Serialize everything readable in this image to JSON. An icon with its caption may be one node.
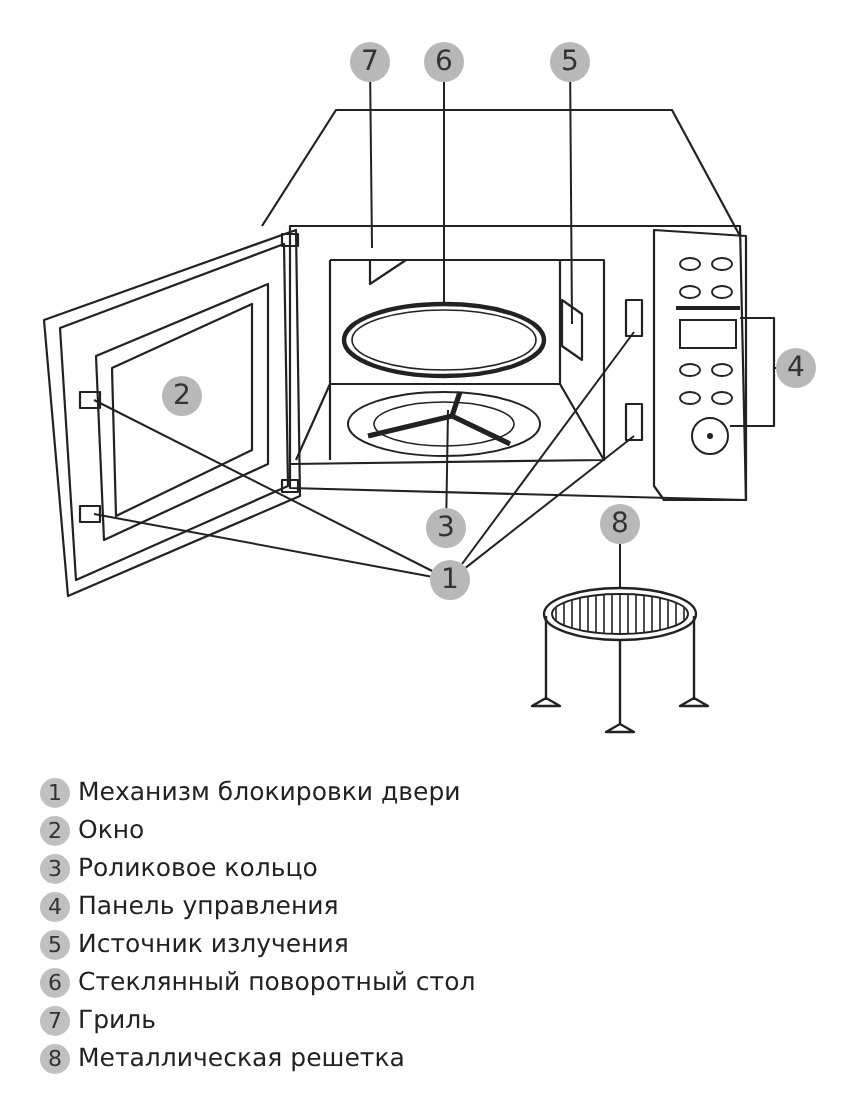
{
  "diagram": {
    "nodes": [
      {
        "text": [
          "7"
        ]
      },
      {
        "text": [
          "6"
        ]
      },
      {
        "text": [
          "5"
        ]
      },
      {
        "text": [
          "4"
        ]
      },
      {
        "text": [
          "2"
        ]
      },
      {
        "text": [
          "8"
        ]
      },
      {
        "text": [
          "3"
        ]
      },
      {
        "text": [
          "1"
        ]
      }
    ],
    "edges": [
      {
        "from": 0,
        "to": null,
        "arrow": "none"
      },
      {
        "from": 1,
        "to": null,
        "arrow": "none"
      },
      {
        "from": 2,
        "to": null,
        "arrow": "none"
      },
      {
        "from": 3,
        "to": null,
        "arrow": "none"
      },
      {
        "from": 5,
        "to": null,
        "arrow": "none"
      },
      {
        "from": 6,
        "to": null,
        "arrow": "none"
      },
      {
        "from": 7,
        "to": null,
        "arrow": "none"
      },
      {
        "from": 7,
        "to": null,
        "arrow": "none"
      },
      {
        "from": 7,
        "to": null,
        "arrow": "none"
      },
      {
        "from": 7,
        "to": null,
        "arrow": "none"
      }
    ],
    "labels": [
      "1",
      "Механизм блокировки двери",
      "2",
      "Окно",
      "3",
      "Роликовое кольцо",
      "4",
      "Панель управления",
      "5",
      "Источник излучения",
      "6",
      "Стеклянный поворотный стол",
      "7",
      "Гриль",
      "8",
      "Металлическая решетка"
    ]
  }
}
